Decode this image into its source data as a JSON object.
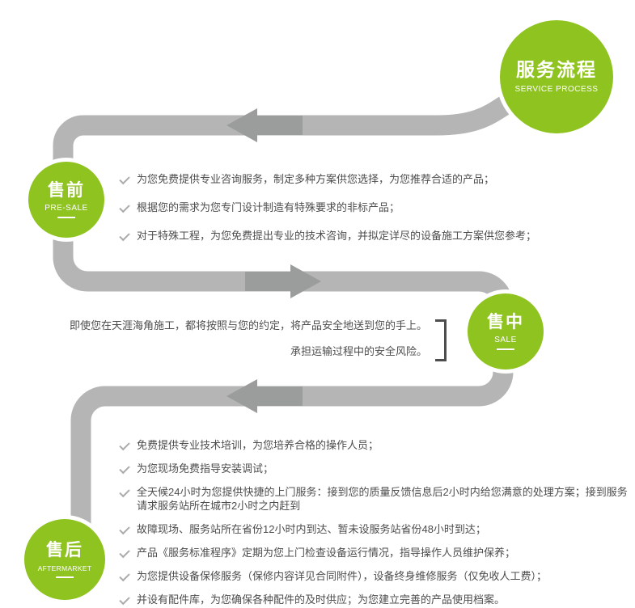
{
  "colors": {
    "green": "#8fc31f",
    "path_gray": "#b5b5b6",
    "arrow_gray": "#9b9c9c",
    "tick": "#aaabab",
    "text": "#4d4d4d"
  },
  "header": {
    "title": "服务流程",
    "subtitle": "SERVICE PROCESS"
  },
  "stages": [
    {
      "title": "售前",
      "subtitle": "PRE-SALE",
      "items": [
        "为您免费提供专业咨询服务，制定多种方案供您选择，为您推荐合适的产品；",
        "根据您的需求为您专门设计制造有特殊要求的非标产品；",
        "对于特殊工程，为您免费提出专业的技术咨询，并拟定详尽的设备施工方案供您参考；"
      ]
    },
    {
      "title": "售中",
      "subtitle": "SALE",
      "items": [
        "即使您在天涯海角施工，都将按照与您的约定，将产品安全地送到您的手上。",
        "承担运输过程中的安全风险。"
      ]
    },
    {
      "title": "售后",
      "subtitle": "AFTERMARKET",
      "items": [
        "免费提供专业技术培训，为您培养合格的操作人员；",
        "为您现场免费指导安装调试；",
        "全天候24小时为您提供快捷的上门服务：接到您的质量反馈信息后2小时内给您满意的处理方案；接到服务请求服务站所在城市2小时之内赶到",
        "故障现场、服务站所在省份12小时内到达、暂未设服务站省份48小时到达；",
        "产品《服务标准程序》定期为您上门检查设备运行情况，指导操作人员维护保养；",
        "为您提供设备保修服务（保修内容详见合同附件），设备终身维修服务（仅免收人工费）；",
        "并设有配件库，为您确保各种配件的及时供应；为您建立完善的产品使用档案。"
      ]
    }
  ]
}
